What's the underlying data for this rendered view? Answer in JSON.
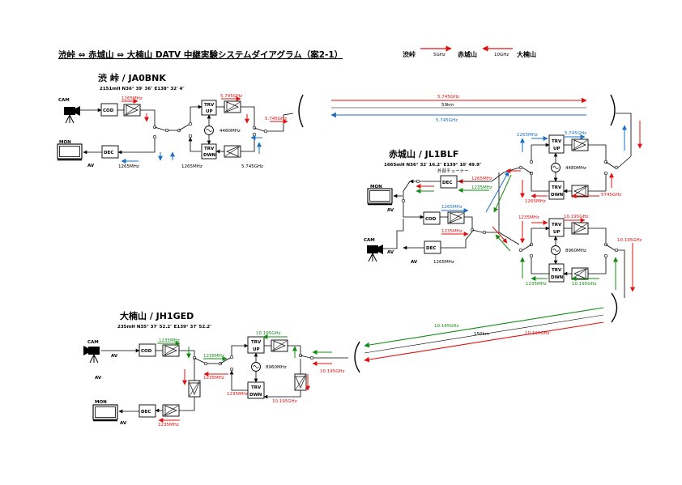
{
  "title": "渋峠 ⇔ 赤城山 ⇔ 大楠山  DATV  中継実験システムダイアグラム（案2-1）",
  "legend": {
    "shibutoge": "渋峠",
    "akagi": "赤城山",
    "ookusu": "大楠山",
    "band5": "5GHz",
    "band10": "10GHz"
  },
  "colors": {
    "red": "#e01010",
    "blue": "#1a6fc0",
    "green": "#138a13",
    "black": "#000000"
  },
  "blocks": {
    "cam": "CAM",
    "mon": "MON",
    "cod": "COD",
    "dec": "DEC",
    "trv": "TRV",
    "up": "UP",
    "dwn": "DWN",
    "av": "AV"
  },
  "shibutoge": {
    "title": "渋 峠  / JA0BNK",
    "coord": "2151mH   N36°  39′  36″    E138°  32′  4″",
    "f1265_tx": "1265MHz",
    "f1265_rx": "1265MHz",
    "f1265_dwn": "1265MHz",
    "f5745_up": "5.745GHz",
    "f5745_ant": "5.745GHz",
    "f5745_dwn": "5.745GHz",
    "lo": "4480MHz"
  },
  "link1": {
    "freq_tx": "5.745GHz",
    "distance": "59km",
    "freq_rx": "5.745GHz"
  },
  "akagi": {
    "title": "赤城山 / JL1BLF",
    "coord": "1665mH   N36°  32′  16.2″   E139°  10′  49.9″",
    "tuner": "外部チューナー",
    "f1265_a": "1265MHz",
    "f5745_a": "5.745GHz",
    "lo1": "4480MHz",
    "f1265_b": "1265MHz",
    "f5745_b": "5745GHz",
    "f1265_tuner": "1265MHz",
    "f1235_tuner": "1235MHz",
    "f1265_cod": "1265MHz",
    "f1235_cod": "1235MHz",
    "f1265_dec": "1265MHz",
    "f1235_c": "1235MHz",
    "f10195_c": "10.195GHz",
    "lo2": "8960MHz",
    "f1235_d": "1235MHz",
    "f10195_d": "10.195GHz",
    "f10195_ant": "10.195GHz"
  },
  "link2": {
    "freq_rx": "10.195GHz",
    "distance": "150km",
    "freq_tx": "10.195GHz"
  },
  "ookusu": {
    "title": "大楠山  / JH1GED",
    "coord": "235mH    N35°  37′  52.2″     E139°  37′  52.2″",
    "f1235_cod": "1235MHz",
    "f10195_up": "10.195GHz",
    "f1235_mid": "1235MHz",
    "f1235_mid2": "1235MHz",
    "lo": "8960MHz",
    "f1235_dwn": "1235MHz",
    "f10195_ant": "10.195GHz",
    "f10195_dwn": "10.195GHz",
    "f1235_dec": "1235MHz"
  }
}
